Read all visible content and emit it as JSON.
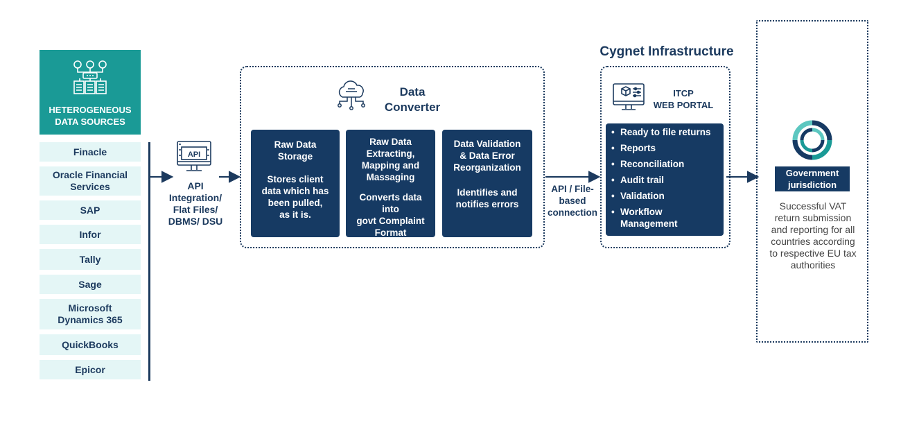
{
  "sources": {
    "header": "HETEROGENEOUS\nDATA SOURCES",
    "items": [
      "Finacle",
      "Oracle Financial Services",
      "SAP",
      "Infor",
      "Tally",
      "Sage",
      "Microsoft Dynamics 365",
      "QuickBooks",
      "Epicor"
    ]
  },
  "api_integration": {
    "icon_text": "API",
    "label": "API\nIntegration/\nFlat Files/\nDBMS/ DSU"
  },
  "data_converter": {
    "title": "Data\nConverter",
    "cards": [
      {
        "head": "Raw Data\nStorage",
        "body": "Stores client\ndata  which has\nbeen  pulled,\nas it is."
      },
      {
        "head": "Raw Data\nExtracting,\nMapping and\nMassaging",
        "body": "Converts data into\ngovt Complaint\nFormat"
      },
      {
        "head": "Data Validation\n& Data Error\nReorganization",
        "body": "Identifies and\nnotifies errors"
      }
    ]
  },
  "connection": {
    "label": "API / File-\nbased\nconnection"
  },
  "cygnet": {
    "title": "Cygnet Infrastructure",
    "portal_title": "ITCP\nWEB PORTAL",
    "features": [
      "Ready to file returns",
      "Reports",
      "Reconciliation",
      "Audit trail",
      "Validation",
      "Workflow\nManagement"
    ]
  },
  "government": {
    "label": "Government\njurisdiction",
    "description": "Successful VAT\nreturn submission\nand reporting for all\ncountries according\nto respective EU tax\nauthorities"
  },
  "colors": {
    "teal": "#1a9a96",
    "navy": "#163a63",
    "light_teal": "#e4f6f6"
  }
}
